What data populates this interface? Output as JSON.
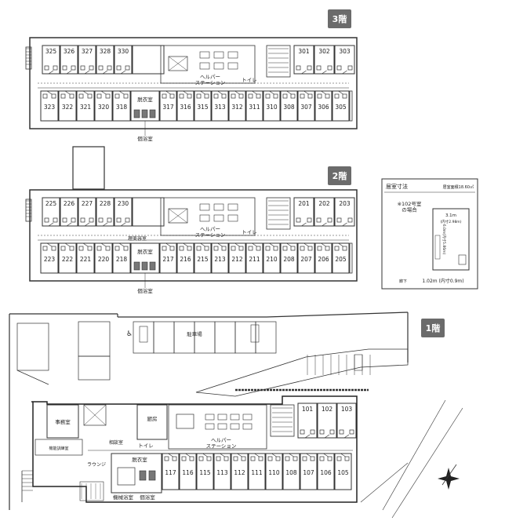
{
  "floors": {
    "f3": {
      "label": "3階",
      "top_rooms": [
        "325",
        "326",
        "327",
        "328",
        "330"
      ],
      "top_rooms_right": [
        "301",
        "302",
        "303"
      ],
      "bottom_rooms": [
        "323",
        "322",
        "321",
        "320",
        "318"
      ],
      "bottom_rooms_mid": [
        "317",
        "316",
        "315",
        "313",
        "312",
        "311",
        "310",
        "308",
        "307",
        "306",
        "305"
      ],
      "helper_station": "ヘルパー\nステーション",
      "toilet": "トイレ",
      "dressing": "脱衣室",
      "bath": "個浴室"
    },
    "f2": {
      "label": "2階",
      "top_rooms": [
        "225",
        "226",
        "227",
        "228",
        "230"
      ],
      "top_rooms_right": [
        "201",
        "202",
        "203"
      ],
      "bottom_rooms": [
        "223",
        "222",
        "221",
        "220",
        "218"
      ],
      "bottom_rooms_mid": [
        "217",
        "216",
        "215",
        "213",
        "212",
        "211",
        "210",
        "208",
        "207",
        "206",
        "205"
      ],
      "helper_station": "ヘルパー\nステーション",
      "toilet": "トイレ",
      "dressing": "脱衣室",
      "bath": "個浴室",
      "beauty": "理美容室"
    },
    "f1": {
      "label": "1階",
      "parking": "駐車場",
      "office": "事務室",
      "kitchen": "厨房",
      "counsel": "相談室",
      "toilet": "トイレ",
      "helper_station": "ヘルパー\nステーション",
      "lounge": "ラウンジ",
      "dressing": "脱衣室",
      "machine_bath": "機械浴室",
      "bath": "個浴室",
      "rooms_right": [
        "101",
        "102",
        "103"
      ],
      "rooms_bottom": [
        "117",
        "116",
        "115",
        "113",
        "112",
        "111",
        "110",
        "108",
        "107",
        "106",
        "105"
      ],
      "day_room": "機能訓練室"
    }
  },
  "room_dims": {
    "title": "居室寸法",
    "area": "居室面積18.60㎡",
    "note": "※102号室\nの場合",
    "width": "3.1m",
    "width_inner": "(内寸2.98m)",
    "depth": "6.0m(内寸5.86m)",
    "corridor": "廊下",
    "door": "1.02m (内寸0.9m)"
  }
}
